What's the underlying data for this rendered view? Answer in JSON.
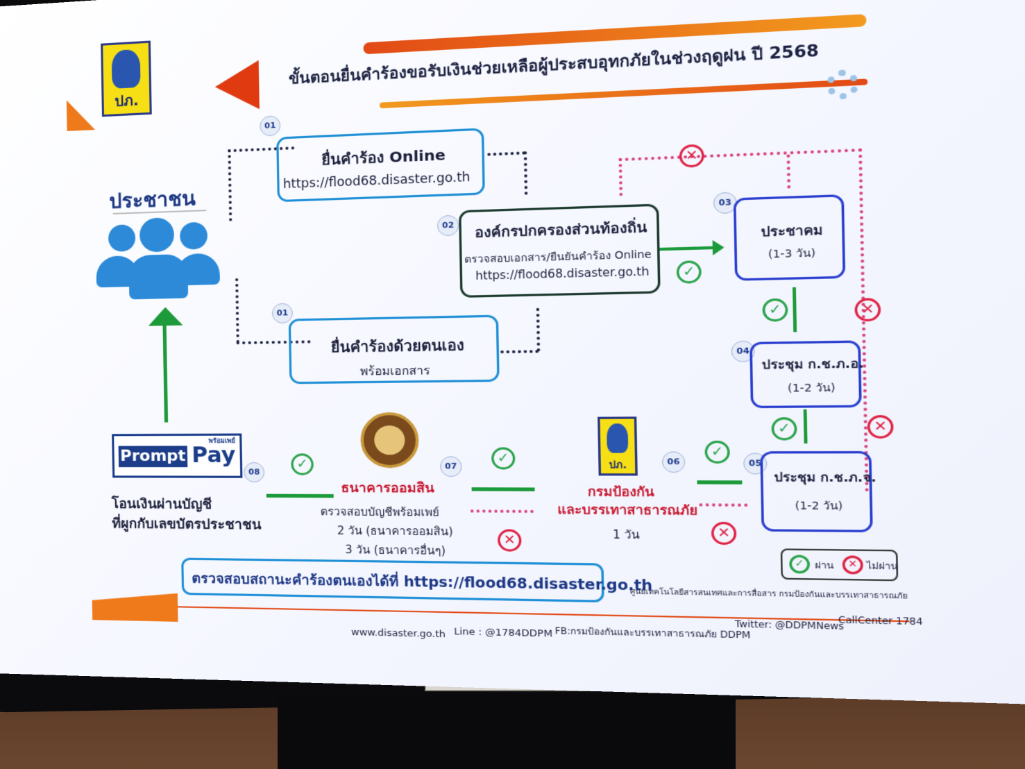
{
  "poster": {
    "title": "ขั้นตอนยื่นคำร้องขอรับเงินช่วยเหลือผู้ประสบอุทกภัยในช่วงฤดูฝน ปี 2568",
    "logo_label": "ปภ.",
    "people_label": "ประชาชน",
    "step01_online": {
      "num": "01",
      "title": "ยื่นคำร้อง Online",
      "url": "https://flood68.disaster.go.th"
    },
    "step01_self": {
      "num": "01",
      "title": "ยื่นคำร้องด้วยตนเอง",
      "sub": "พร้อมเอกสาร"
    },
    "step02": {
      "num": "02",
      "title": "องค์กรปกครองส่วนท้องถิ่น",
      "line1": "ตรวจสอบเอกสาร/ยืนยันคำร้อง Online",
      "line2": "https://flood68.disaster.go.th"
    },
    "step03": {
      "num": "03",
      "title": "ประชาคม",
      "sub": "(1-3 วัน)"
    },
    "step04": {
      "num": "04",
      "title": "ประชุม ก.ช.ภ.อ.",
      "sub": "(1-2 วัน)"
    },
    "step05": {
      "num": "05",
      "title": "ประชุม ก.ช.ภ.จ.",
      "sub": "(1-2 วัน)"
    },
    "step06": {
      "num": "06",
      "title1": "กรมป้องกัน",
      "title2": "และบรรเทาสาธารณภัย",
      "sub": "1 วัน"
    },
    "step07": {
      "num": "07",
      "title": "ธนาคารออมสิน",
      "line1": "ตรวจสอบบัญชีพร้อมเพย์",
      "line2": "2 วัน (ธนาคารออมสิน)",
      "line3": "3 วัน (ธนาคารอื่นๆ)"
    },
    "step08": {
      "num": "08",
      "pp_small": "พร้อมเพย์",
      "pp_prompt": "Prompt",
      "pp_pay": "Pay",
      "line1": "โอนเงินผ่านบัญชี",
      "line2": "ที่ผูกกับเลขบัตรประชาชน"
    },
    "status_check": "ตรวจสอบสถานะคำร้องตนเองได้ที่ https://flood68.disaster.go.th",
    "legend": {
      "pass": "ผ่าน",
      "fail": "ไม่ผ่าน"
    },
    "credit": "ศูนย์เทคโนโลยีสารสนเทศและการสื่อสาร กรมป้องกันและบรรเทาสาธารณภัย",
    "footer": {
      "web": "www.disaster.go.th",
      "line": "Line : @1784DDPM",
      "fb": "FB:กรมป้องกันและบรรเทาสาธารณภัย DDPM",
      "twitter": "Twitter: @DDPMNews",
      "call": "CallCenter 1784"
    }
  },
  "icons": {
    "pass": "check-icon",
    "fail": "cross-icon",
    "gear": "gear-icon",
    "people": "people-icon"
  }
}
